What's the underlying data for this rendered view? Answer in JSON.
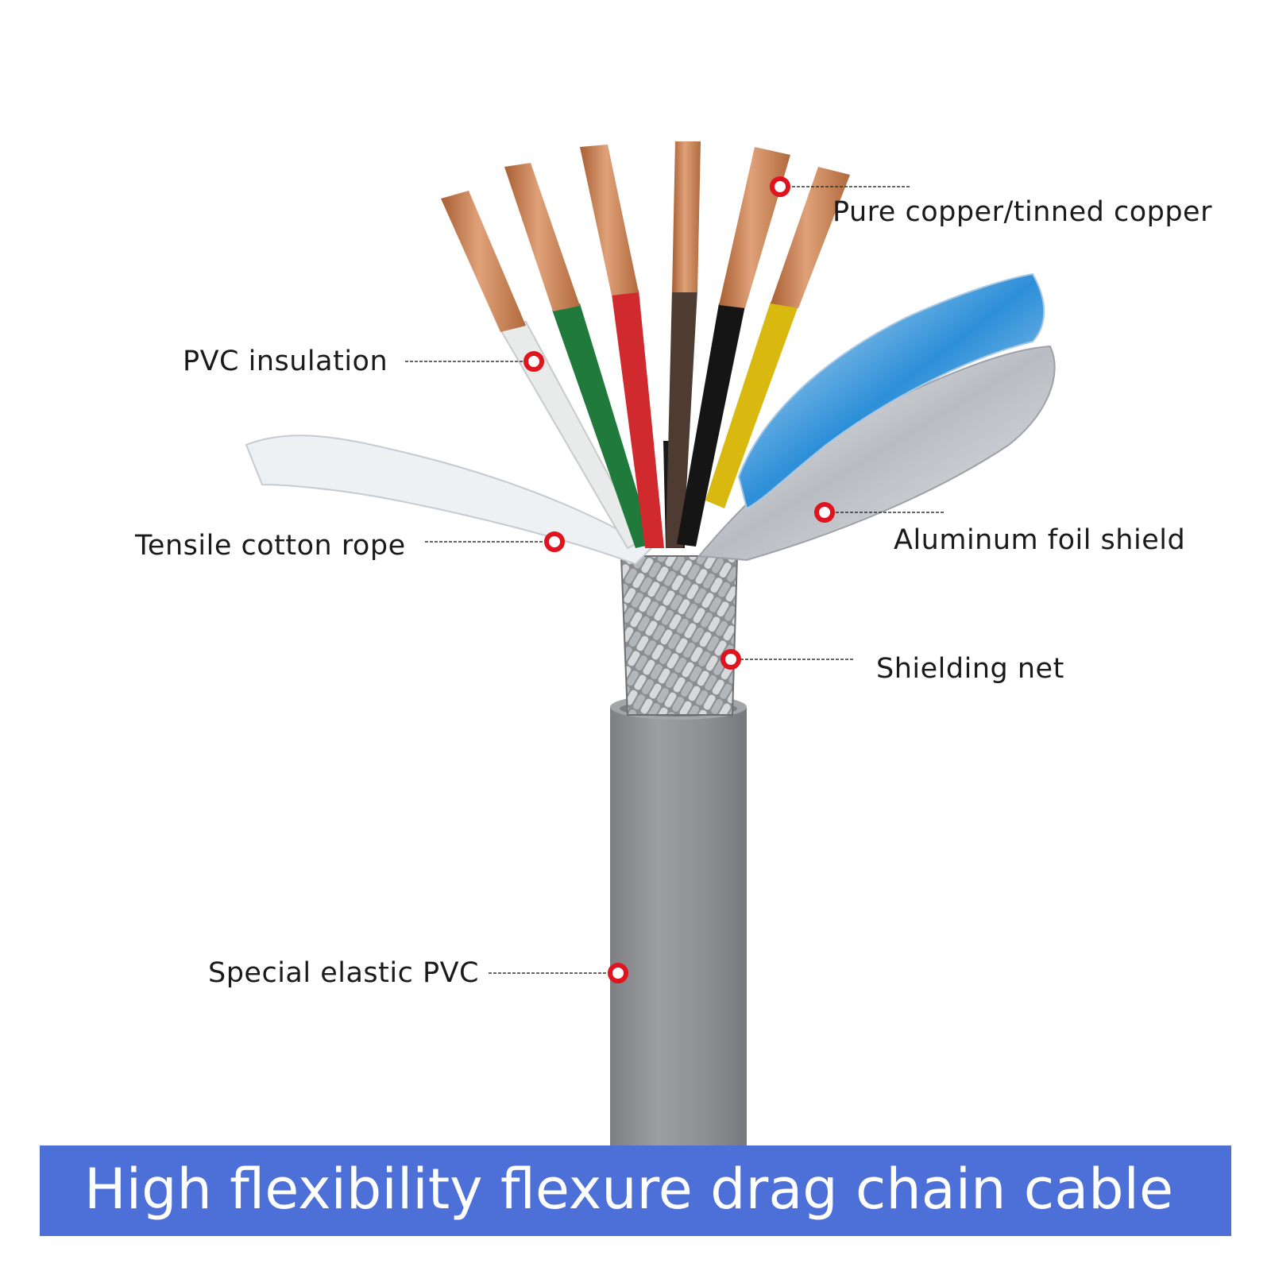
{
  "labels": {
    "copper": "Pure copper/tinned copper",
    "pvc_insulation": "PVC insulation",
    "cotton_rope": "Tensile cotton rope",
    "foil_shield": "Aluminum foil shield",
    "shielding_net": "Shielding net",
    "elastic_pvc": "Special elastic PVC"
  },
  "banner": {
    "title": "High flexibility flexure drag chain cable"
  },
  "colors": {
    "marker": "#e0141e",
    "banner": "#4d6fd8",
    "jacket": "#8f9194",
    "copper": "#c97a4a"
  },
  "wire_colors": [
    "white",
    "green",
    "red",
    "brown",
    "black",
    "yellow"
  ]
}
